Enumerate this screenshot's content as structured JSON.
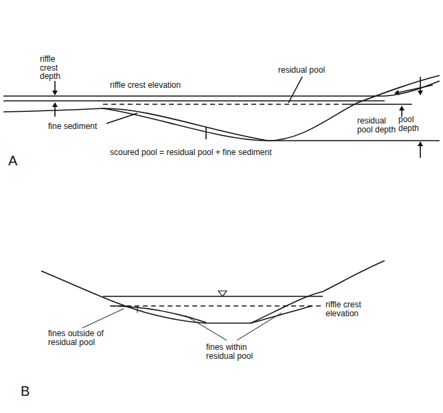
{
  "diagram": {
    "labels": [
      "riffle crest depth",
      "riffle crest elevation",
      "residual pool",
      "fine sediment",
      "residual pool depth",
      "pool depth",
      "scoured pool = residual pool + fine sediment",
      "A",
      "riffle crest elevation",
      "fines outside of residual pool",
      "fines within residual pool",
      "B"
    ]
  }
}
